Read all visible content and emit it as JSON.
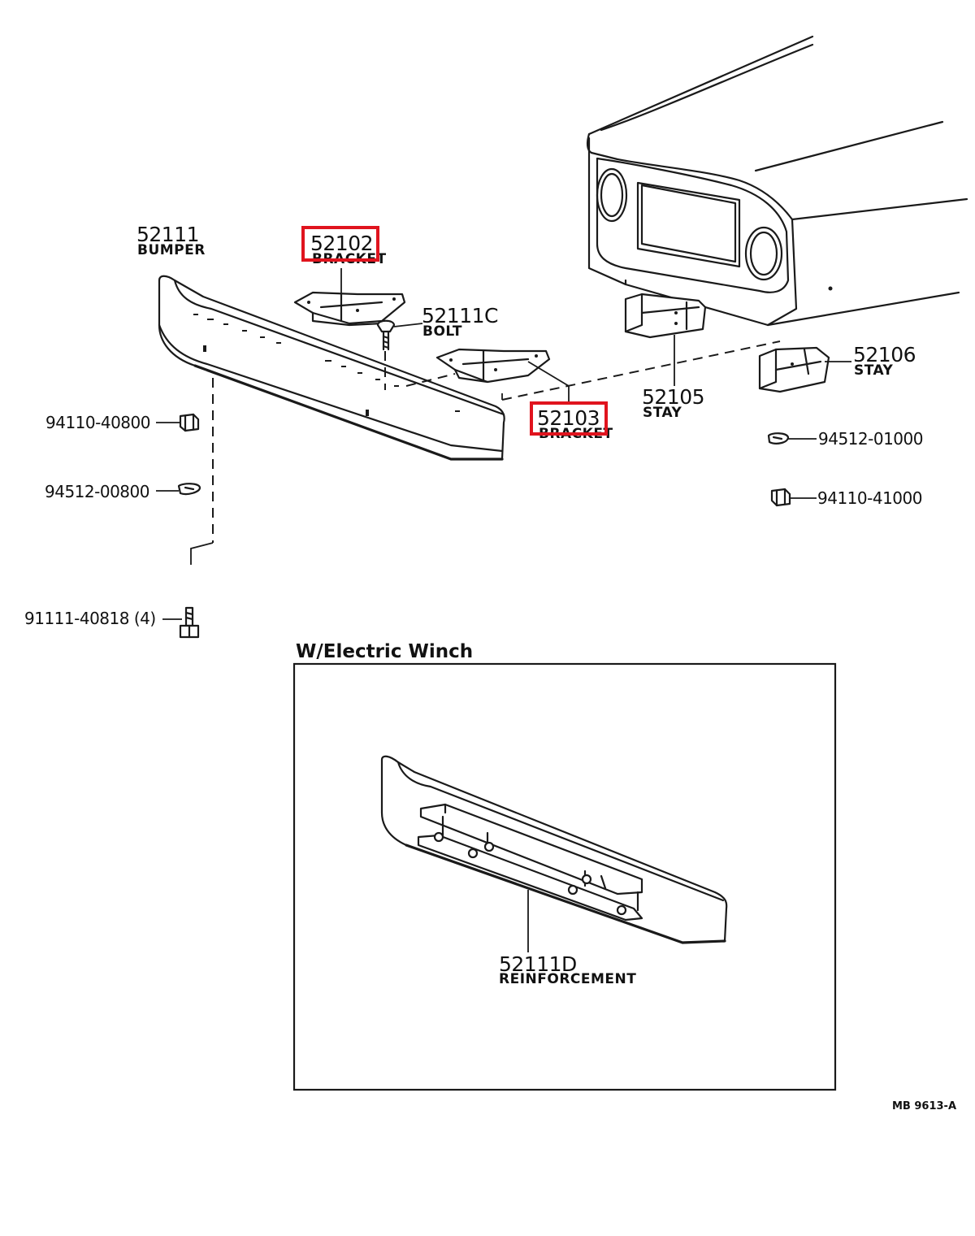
{
  "parts": {
    "bumper": {
      "number": "52111",
      "name": "BUMPER"
    },
    "bracket_upper": {
      "number": "52102",
      "name": "BRACKET"
    },
    "bolt": {
      "number": "52111C",
      "name": "BOLT"
    },
    "bracket_lower": {
      "number": "52103",
      "name": "BRACKET"
    },
    "stay_left": {
      "number": "52105",
      "name": "STAY"
    },
    "stay_right": {
      "number": "52106",
      "name": "STAY"
    },
    "reinforcement": {
      "number": "52111D",
      "name": "REINFORCEMENT"
    }
  },
  "hardware": {
    "nut_left": "94110-40800",
    "washer_left": "94512-00800",
    "bolt_left": "91111-40818 (4)",
    "washer_right": "94512-01000",
    "nut_right": "94110-41000"
  },
  "inset": {
    "title": "W/Electric Winch"
  },
  "drawing_code": "MB 9613-A",
  "highlight_color": "#e0141e"
}
